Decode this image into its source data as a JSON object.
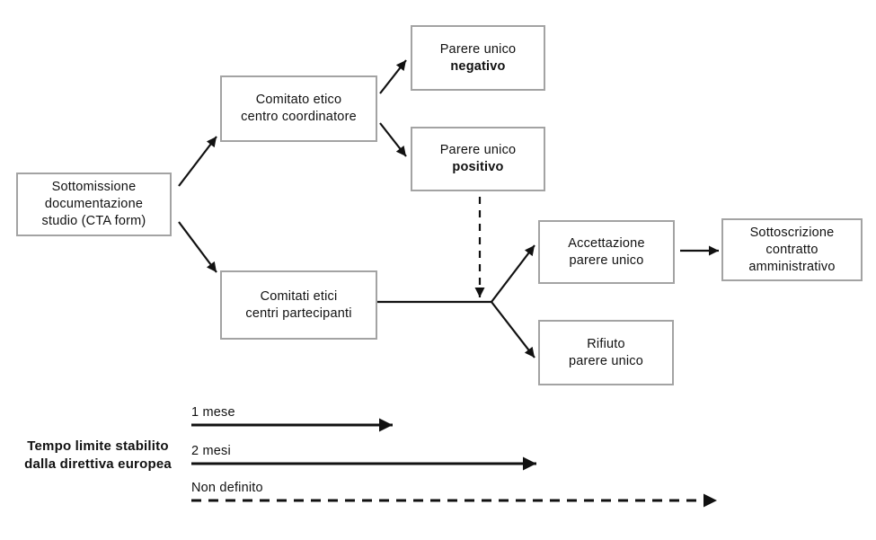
{
  "figure": {
    "background": "#ffffff",
    "box_border_color": "#a3a3a3",
    "arrow_color": "#111111",
    "text_color": "#111111"
  },
  "nodes": {
    "sottomissione": {
      "line1": "Sottomissione",
      "line2": "documentazione",
      "line3": "studio (CTA form)"
    },
    "comitato_coordinatore": {
      "line1": "Comitato etico",
      "line2": "centro coordinatore"
    },
    "parere_negativo": {
      "line1": "Parere unico",
      "line2": "negativo"
    },
    "parere_positivo": {
      "line1": "Parere unico",
      "line2": "positivo"
    },
    "comitati_partecipanti": {
      "line1": "Comitati etici",
      "line2": "centri partecipanti"
    },
    "accettazione": {
      "line1": "Accettazione",
      "line2": "parere unico"
    },
    "rifiuto": {
      "line1": "Rifiuto",
      "line2": "parere unico"
    },
    "sottoscrizione": {
      "line1": "Sottoscrizione",
      "line2": "contratto",
      "line3": "amministrativo"
    }
  },
  "legend": {
    "title_line1": "Tempo limite stabilito",
    "title_line2": "dalla direttiva europea",
    "items": [
      {
        "label": "1 mese",
        "line_style": "solid"
      },
      {
        "label": "2 mesi",
        "line_style": "solid"
      },
      {
        "label": "Non definito",
        "line_style": "dashed"
      }
    ]
  }
}
